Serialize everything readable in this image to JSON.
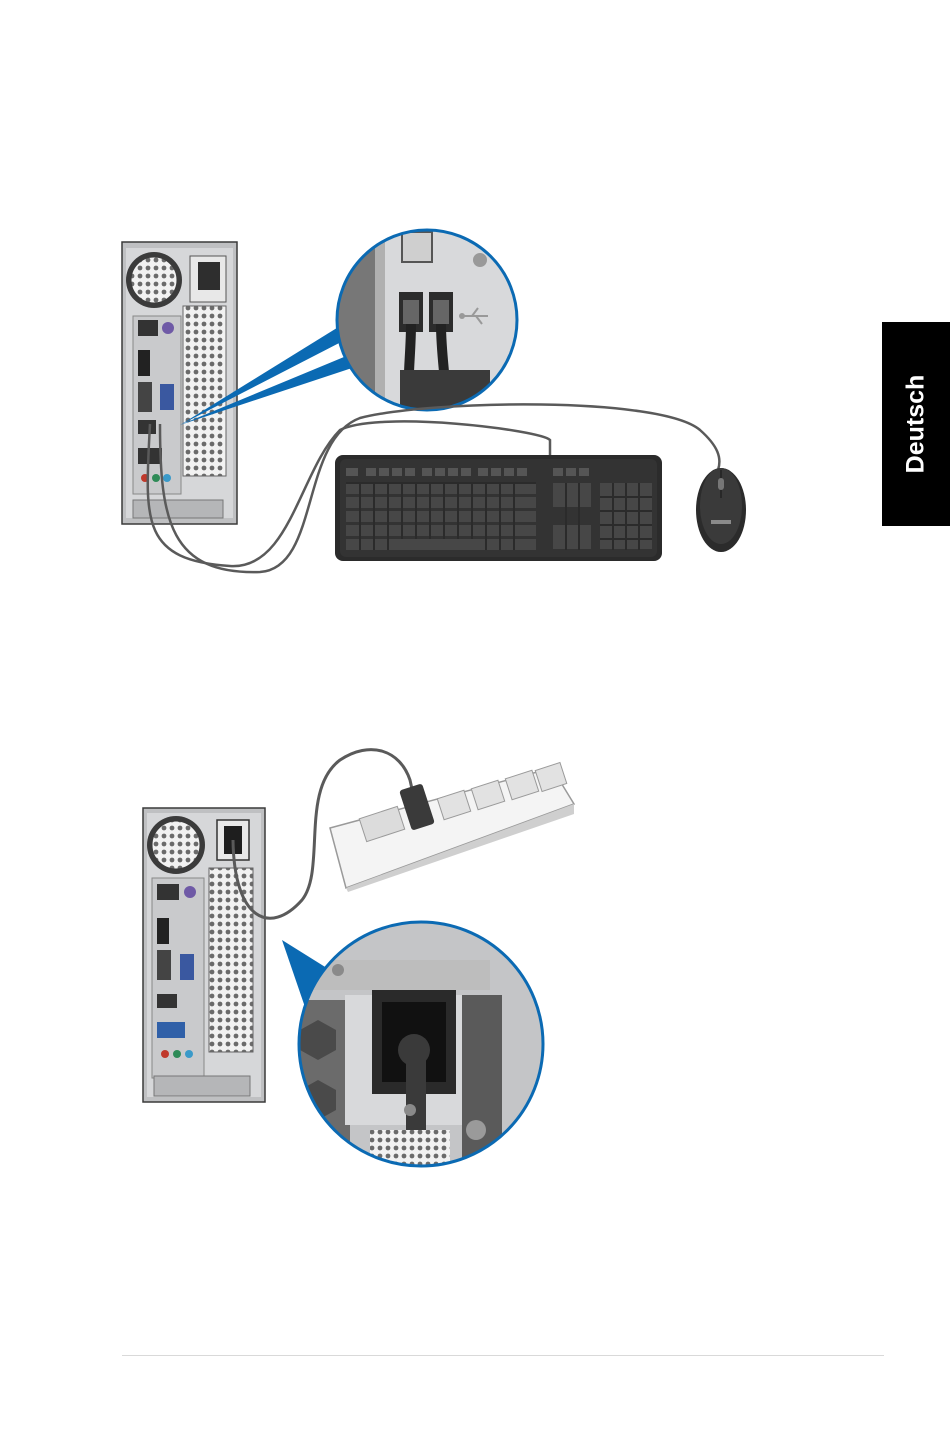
{
  "side_tab": {
    "label": "Deutsch"
  },
  "colors": {
    "accent_blue": "#0b6ab3",
    "tower_gray": "#cfd0d2",
    "keyboard_black": "#2b2b2b",
    "cable_gray": "#555555"
  },
  "icons": [
    "usb-icon",
    "power-socket-icon",
    "fan-grille-icon",
    "asus-logo"
  ],
  "figures": [
    {
      "name": "keyboard-mouse-connection",
      "items": [
        "desktop-tower",
        "usb-zoom-callout",
        "keyboard",
        "mouse"
      ]
    },
    {
      "name": "power-connection",
      "items": [
        "desktop-tower",
        "power-strip",
        "power-zoom-callout"
      ]
    }
  ]
}
